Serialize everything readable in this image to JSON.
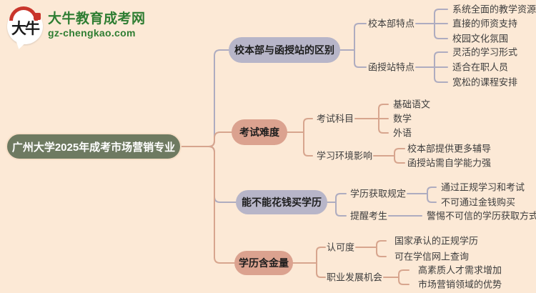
{
  "page": {
    "background_color": "#fce9d6"
  },
  "logo": {
    "icon_text": "大牛",
    "title": "大牛教育成考网",
    "domain": "gz-chengkao.com",
    "brand_color": "#2e7d32",
    "seal_color": "#c9352b"
  },
  "mindmap": {
    "palette": {
      "root_fill": "#6e7a61",
      "lavender_fill": "#b7b5c8",
      "salmon_fill": "#dba28f",
      "line_gray": "#aeacc0",
      "line_salmon": "#d7a58e"
    },
    "root": {
      "label": "广州大学2025年成考市场营销专业"
    },
    "branches": [
      {
        "label": "校本部与函授站的区别",
        "color": "lavender",
        "children": [
          {
            "label": "校本部特点",
            "leaves": [
              "系统全面的教学资源",
              "直接的师资支持",
              "校园文化氛围"
            ]
          },
          {
            "label": "函授站特点",
            "leaves": [
              "灵活的学习形式",
              "适合在职人员",
              "宽松的课程安排"
            ]
          }
        ]
      },
      {
        "label": "考试难度",
        "color": "salmon",
        "children": [
          {
            "label": "考试科目",
            "leaves": [
              "基础语文",
              "数学",
              "外语"
            ]
          },
          {
            "label": "学习环境影响",
            "leaves": [
              "校本部提供更多辅导",
              "函授站需自学能力强"
            ]
          }
        ]
      },
      {
        "label": "能不能花钱买学历",
        "color": "lavender",
        "children": [
          {
            "label": "学历获取规定",
            "leaves": [
              "通过正规学习和考试",
              "不可通过金钱购买"
            ]
          },
          {
            "label": "提醒考生",
            "leaves": [
              "警惕不可信的学历获取方式"
            ]
          }
        ]
      },
      {
        "label": "学历含金量",
        "color": "salmon",
        "children": [
          {
            "label": "认可度",
            "leaves": [
              "国家承认的正规学历",
              "可在学信网上查询"
            ]
          },
          {
            "label": "职业发展机会",
            "leaves": [
              "高素质人才需求增加",
              "市场营销领域的优势"
            ]
          }
        ]
      }
    ]
  }
}
